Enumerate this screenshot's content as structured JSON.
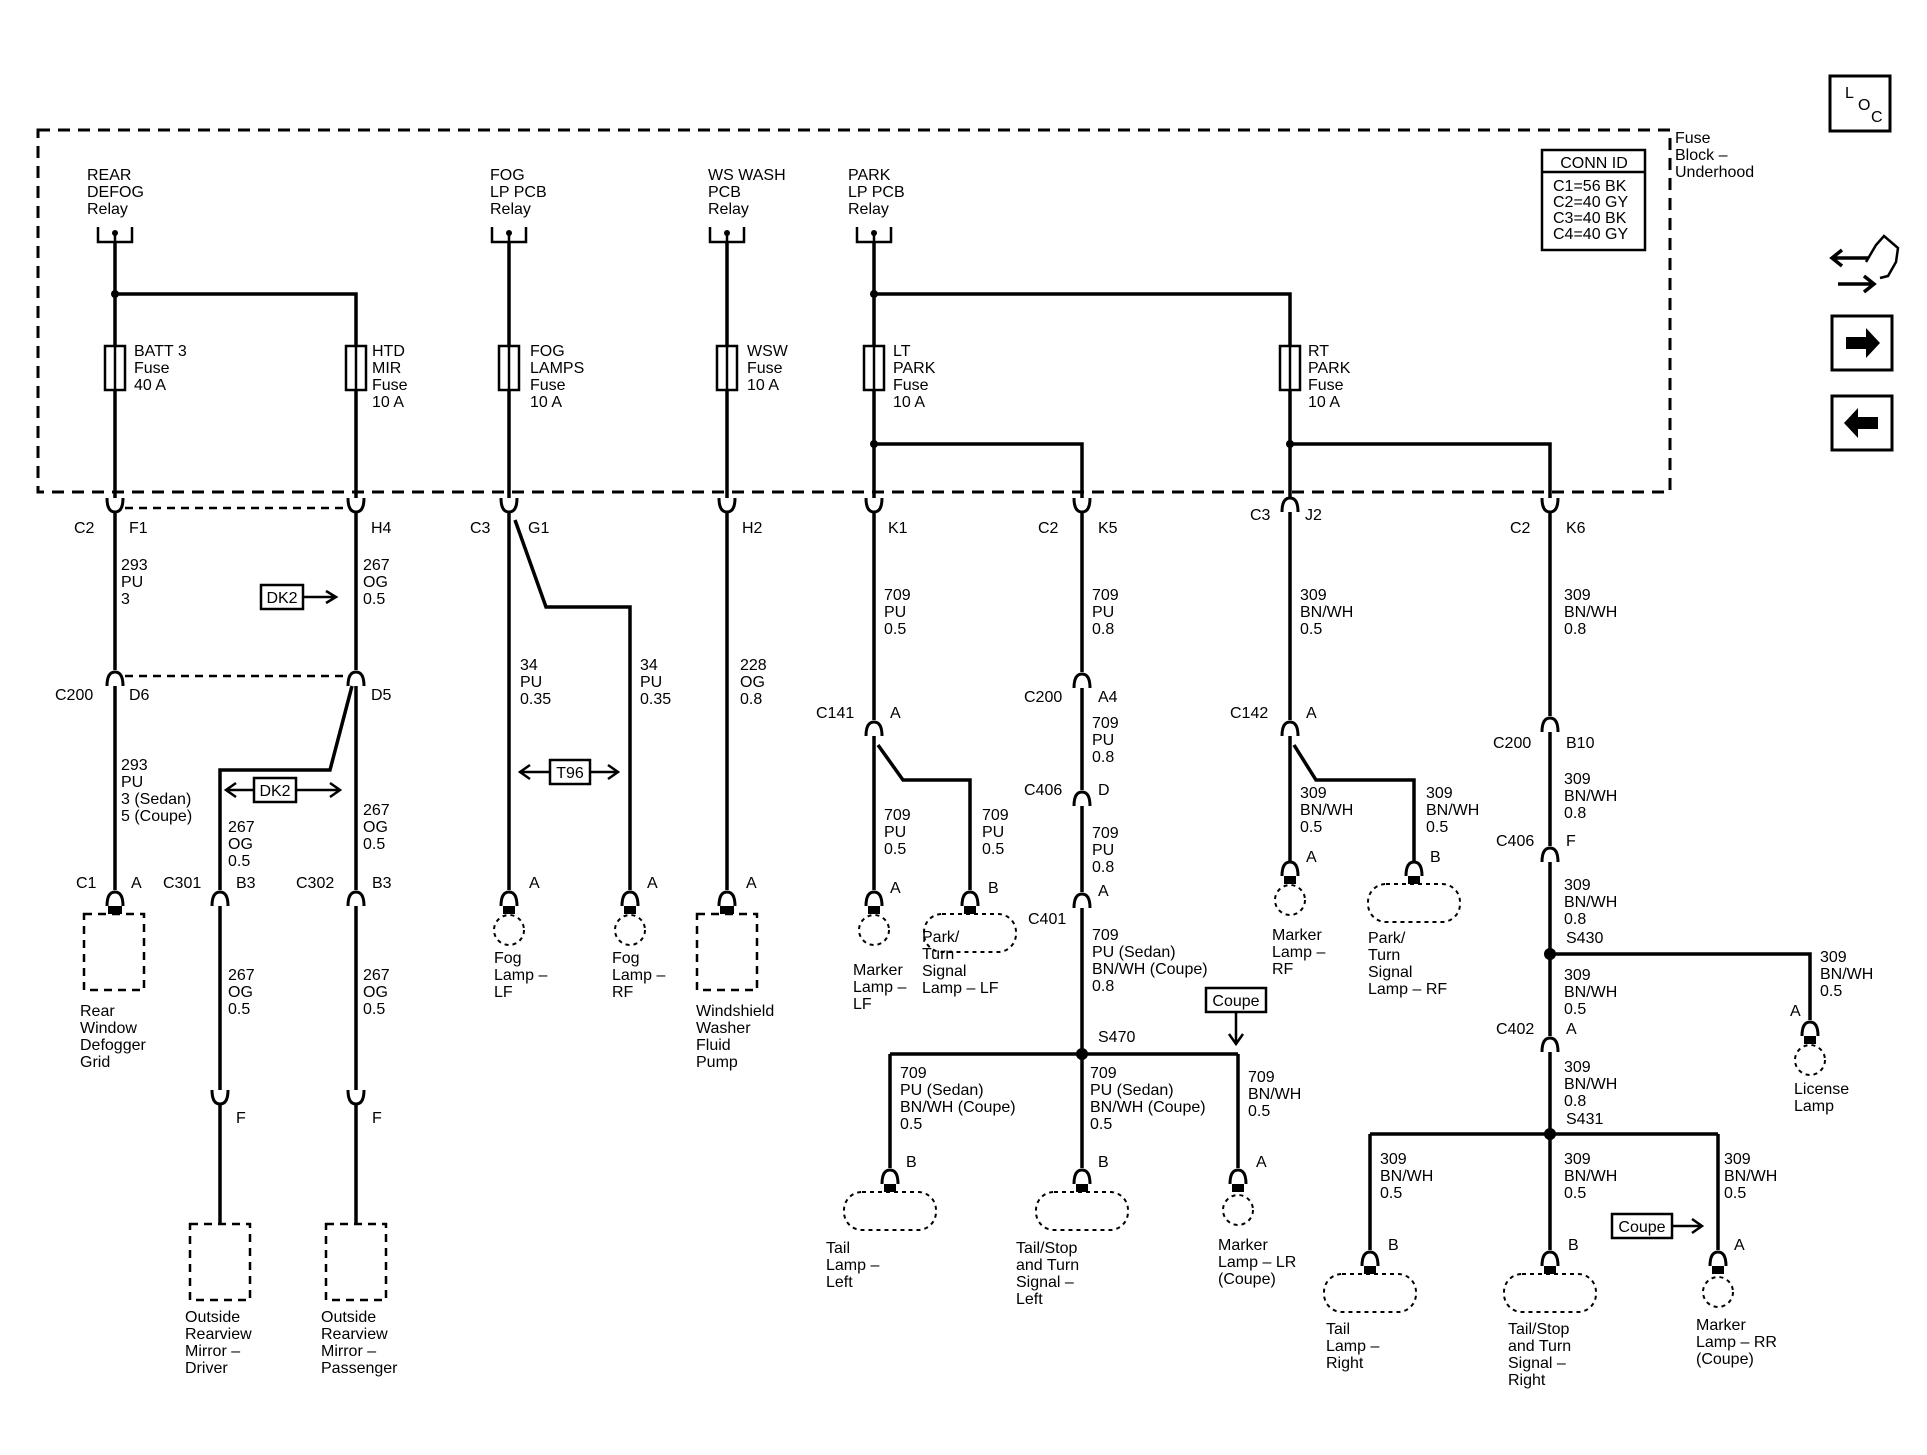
{
  "block": {
    "label": [
      "Fuse",
      "Block –",
      "Underhood"
    ]
  },
  "conn_id": {
    "title": "CONN ID",
    "lines": [
      "C1=56 BK",
      "C2=40 GY",
      "C3=40 BK",
      "C4=40 GY"
    ]
  },
  "nav": {
    "loc_l": "L",
    "loc_o": "O",
    "loc_c": "C"
  },
  "relays": {
    "rear_defog": [
      "REAR",
      "DEFOG",
      "Relay"
    ],
    "fog": [
      "FOG",
      "LP PCB",
      "Relay"
    ],
    "wswash": [
      "WS WASH",
      "PCB",
      "Relay"
    ],
    "park": [
      "PARK",
      "LP PCB",
      "Relay"
    ]
  },
  "fuses": {
    "batt3": [
      "BATT 3",
      "Fuse",
      "40 A"
    ],
    "htdmir": [
      "HTD",
      "MIR",
      "Fuse",
      "10 A"
    ],
    "fog": [
      "FOG",
      "LAMPS",
      "Fuse",
      "10 A"
    ],
    "wsw": [
      "WSW",
      "Fuse",
      "10 A"
    ],
    "ltpark": [
      "LT",
      "PARK",
      "Fuse",
      "10 A"
    ],
    "rtpark": [
      "RT",
      "PARK",
      "Fuse",
      "10 A"
    ]
  },
  "conns": {
    "c2": "C2",
    "c3": "C3",
    "c200": "C200",
    "c1": "C1",
    "c301": "C301",
    "c302": "C302",
    "c141": "C141",
    "c142": "C142",
    "c406": "C406",
    "c401": "C401",
    "c402": "C402",
    "f1": "F1",
    "h4": "H4",
    "g1": "G1",
    "h2": "H2",
    "k1": "K1",
    "k5": "K5",
    "j2": "J2",
    "k6": "K6",
    "d6": "D6",
    "d5": "D5",
    "a4": "A4",
    "b10": "B10",
    "d": "D",
    "f": "F",
    "a": "A",
    "b": "B",
    "b3": "B3"
  },
  "splices": {
    "s470": "S470",
    "s430": "S430",
    "s431": "S431"
  },
  "options": {
    "dk2": "DK2",
    "t96": "T96",
    "coupe": "Coupe"
  },
  "wires": {
    "w293a": [
      "293",
      "PU",
      "3"
    ],
    "w267a": [
      "267",
      "OG",
      "0.5"
    ],
    "w293b": [
      "293",
      "PU",
      "3 (Sedan)",
      "5 (Coupe)"
    ],
    "w267b": [
      "267",
      "OG",
      "0.5"
    ],
    "w267c": [
      "267",
      "OG",
      "0.5"
    ],
    "w267d": [
      "267",
      "OG",
      "0.5"
    ],
    "w267e": [
      "267",
      "OG",
      "0.5"
    ],
    "w34a": [
      "34",
      "PU",
      "0.35"
    ],
    "w34b": [
      "34",
      "PU",
      "0.35"
    ],
    "w228": [
      "228",
      "OG",
      "0.8"
    ],
    "w709a": [
      "709",
      "PU",
      "0.5"
    ],
    "w709b": [
      "709",
      "PU",
      "0.8"
    ],
    "w709c": [
      "709",
      "PU",
      "0.8"
    ],
    "w709d": [
      "709",
      "PU",
      "0.8"
    ],
    "w709e": [
      "709",
      "PU",
      "0.5"
    ],
    "w709f": [
      "709",
      "PU",
      "0.5"
    ],
    "w709g": [
      "709",
      "PU (Sedan)",
      "BN/WH (Coupe)",
      "0.8"
    ],
    "w709h": [
      "709",
      "PU (Sedan)",
      "BN/WH (Coupe)",
      "0.5"
    ],
    "w709i": [
      "709",
      "PU (Sedan)",
      "BN/WH (Coupe)",
      "0.5"
    ],
    "w709j": [
      "709",
      "BN/WH",
      "0.5"
    ],
    "w309a": [
      "309",
      "BN/WH",
      "0.5"
    ],
    "w309b": [
      "309",
      "BN/WH",
      "0.8"
    ],
    "w309c": [
      "309",
      "BN/WH",
      "0.5"
    ],
    "w309d": [
      "309",
      "BN/WH",
      "0.5"
    ],
    "w309e": [
      "309",
      "BN/WH",
      "0.8"
    ],
    "w309f": [
      "309",
      "BN/WH",
      "0.8"
    ],
    "w309g": [
      "309",
      "BN/WH",
      "0.5"
    ],
    "w309h": [
      "309",
      "BN/WH",
      "0.5"
    ],
    "w309i": [
      "309",
      "BN/WH",
      "0.8"
    ],
    "w309j": [
      "309",
      "BN/WH",
      "0.5"
    ],
    "w309k": [
      "309",
      "BN/WH",
      "0.5"
    ],
    "w309l": [
      "309",
      "BN/WH",
      "0.5"
    ]
  },
  "loads": {
    "rear_defogger": [
      "Rear",
      "Window",
      "Defogger",
      "Grid"
    ],
    "mirror_driver": [
      "Outside",
      "Rearview",
      "Mirror –",
      "Driver"
    ],
    "mirror_pass": [
      "Outside",
      "Rearview",
      "Mirror –",
      "Passenger"
    ],
    "fog_lf": [
      "Fog",
      "Lamp –",
      "LF"
    ],
    "fog_rf": [
      "Fog",
      "Lamp –",
      "RF"
    ],
    "washer": [
      "Windshield",
      "Washer",
      "Fluid",
      "Pump"
    ],
    "marker_lf": [
      "Marker",
      "Lamp –",
      "LF"
    ],
    "park_lf": [
      "Park/",
      "Turn",
      "Signal",
      "Lamp – LF"
    ],
    "tail_left": [
      "Tail",
      "Lamp –",
      "Left"
    ],
    "tailstop_left": [
      "Tail/Stop",
      "and Turn",
      "Signal –",
      "Left"
    ],
    "marker_lr": [
      "Marker",
      "Lamp – LR",
      "(Coupe)"
    ],
    "marker_rf": [
      "Marker",
      "Lamp –",
      "RF"
    ],
    "park_rf": [
      "Park/",
      "Turn",
      "Signal",
      "Lamp – RF"
    ],
    "license": [
      "License",
      "Lamp"
    ],
    "tail_right": [
      "Tail",
      "Lamp –",
      "Right"
    ],
    "tailstop_right": [
      "Tail/Stop",
      "and Turn",
      "Signal –",
      "Right"
    ],
    "marker_rr": [
      "Marker",
      "Lamp – RR",
      "(Coupe)"
    ]
  }
}
